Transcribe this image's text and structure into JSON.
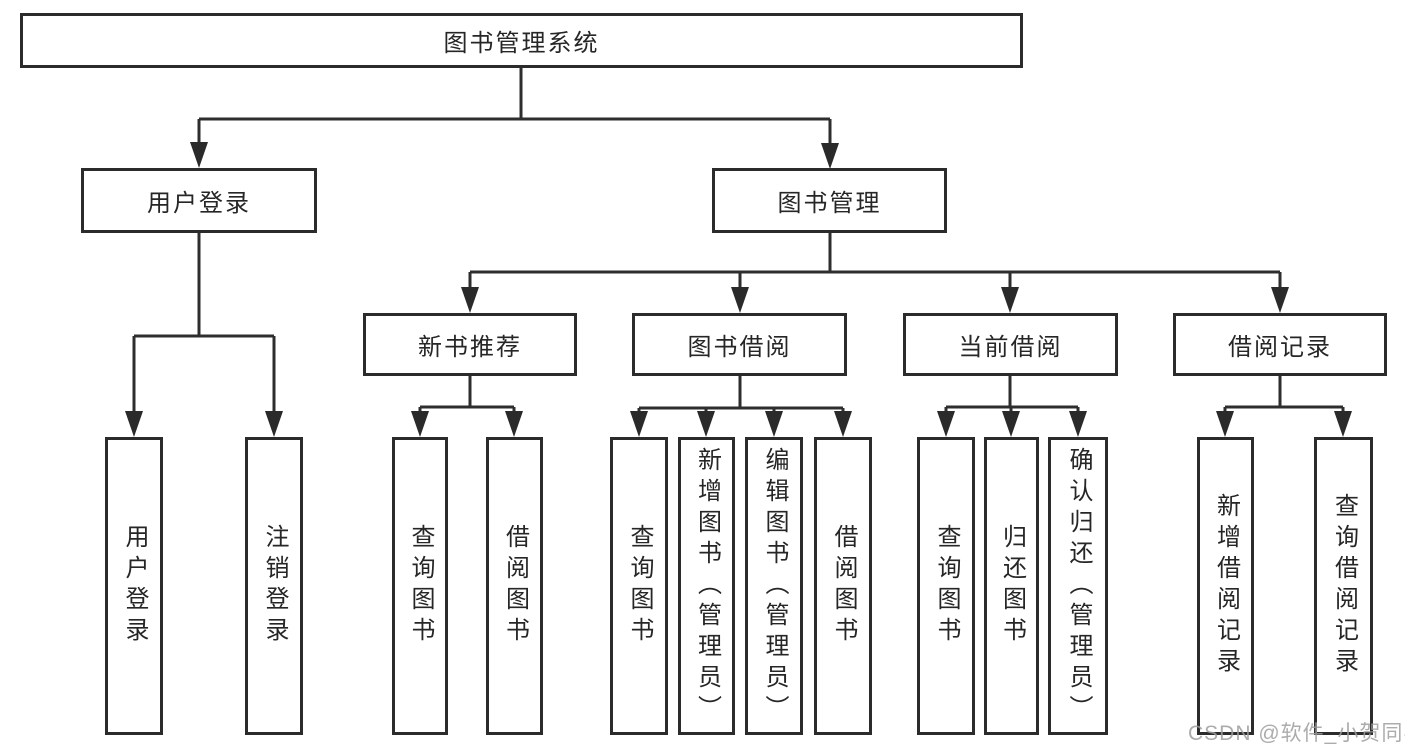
{
  "diagram": {
    "root": {
      "label": "图书管理系统"
    },
    "branches": [
      {
        "label": "用户登录",
        "leaves": [
          {
            "label": "用户登录"
          },
          {
            "label": "注销登录"
          }
        ]
      },
      {
        "label": "图书管理",
        "children": [
          {
            "label": "新书推荐",
            "leaves": [
              {
                "label": "查询图书"
              },
              {
                "label": "借阅图书"
              }
            ]
          },
          {
            "label": "图书借阅",
            "leaves": [
              {
                "label": "查询图书"
              },
              {
                "label": "新增图书（管理员）"
              },
              {
                "label": "编辑图书（管理员）"
              },
              {
                "label": "借阅图书"
              }
            ]
          },
          {
            "label": "当前借阅",
            "leaves": [
              {
                "label": "查询图书"
              },
              {
                "label": "归还图书"
              },
              {
                "label": "确认归还（管理员）"
              }
            ]
          },
          {
            "label": "借阅记录",
            "leaves": [
              {
                "label": "新增借阅记录"
              },
              {
                "label": "查询借阅记录"
              }
            ]
          }
        ]
      }
    ]
  },
  "watermark": {
    "text": "CSDN @软件_小贺同学",
    "color": "#9e9e9e"
  },
  "style": {
    "line_color": "#2e2e2e",
    "border_color": "#2b2b2b",
    "text_color": "#262626",
    "background": "#ffffff"
  }
}
